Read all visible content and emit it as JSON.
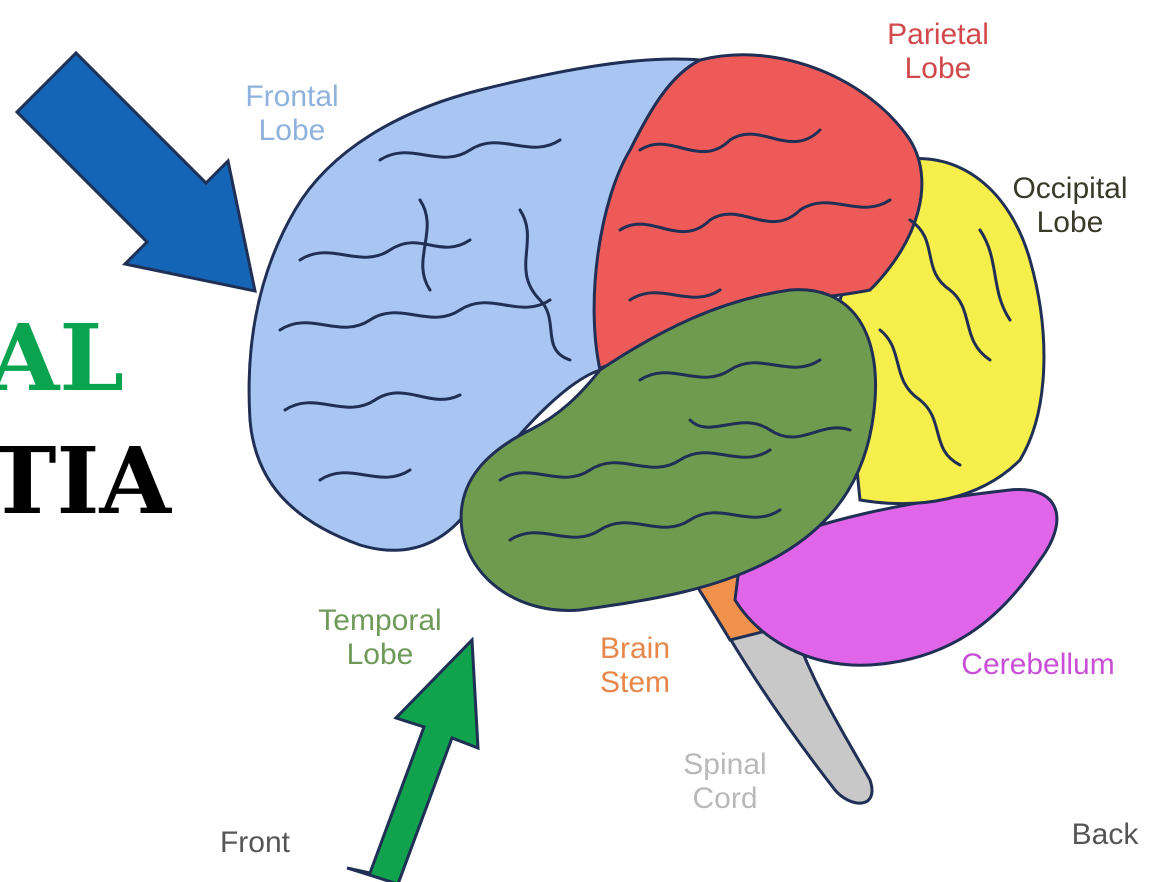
{
  "slide": {
    "title_line_1": "AL",
    "title_line_2": "TIA"
  },
  "diagram": {
    "labels": {
      "frontal": [
        "Frontal",
        "Lobe"
      ],
      "parietal": [
        "Parietal",
        "Lobe"
      ],
      "occipital": [
        "Occipital",
        "Lobe"
      ],
      "temporal": [
        "Temporal",
        "Lobe"
      ],
      "brain_stem": [
        "Brain",
        "Stem"
      ],
      "spinal_cord": [
        "Spinal",
        "Cord"
      ],
      "cerebellum": "Cerebellum",
      "front": "Front",
      "back": "Back"
    },
    "colors": {
      "frontal": "#a9c6f2",
      "parietal": "#ee5a58",
      "occipital": "#f6ee4a",
      "temporal": "#6e9b4e",
      "cerebellum": "#e065e8",
      "brain_stem": "#f0924b",
      "spinal_cord": "#c8c8c8",
      "frontal_label": "#8fb2dc",
      "parietal_label": "#d2494c",
      "occipital_label": "#3a3a2a",
      "temporal_label": "#6f9a5a",
      "brain_stem_label": "#e8874a",
      "spinal_cord_label": "#b9b9b9",
      "cerebellum_label": "#c84fd6",
      "front_back_label": "#555555",
      "arrow_blue": "#1565b6",
      "arrow_green": "#10a24d",
      "outline": "#1f2f55"
    }
  }
}
